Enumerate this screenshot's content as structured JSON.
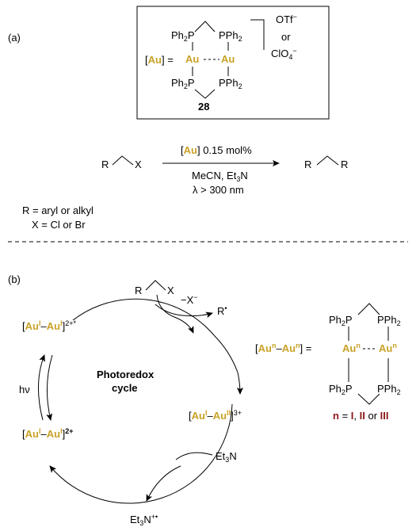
{
  "panel_a": {
    "label": "(a)",
    "complex": {
      "au_symbol": "Au",
      "ligand": "Ph",
      "phosphorus": "P",
      "counter_ion_1": "OTf",
      "counter_ion_or": "or",
      "counter_ion_2": "ClO",
      "compound_number": "28"
    },
    "reaction": {
      "substituent": "R",
      "leaving_group": "X",
      "catalyst_loading": "0.15 mol%",
      "solvent": "MeCN, Et",
      "solvent_sub": "3",
      "solvent_tail": "N",
      "light_condition": "λ > 300 nm",
      "r_definition": "R = aryl or alkyl",
      "x_definition": "X = Cl or Br"
    }
  },
  "panel_b": {
    "label": "(b)",
    "cycle_title_line1": "Photoredox",
    "cycle_title_line2": "cycle",
    "hv": "hν",
    "halide_loss": "−X",
    "radical_product": "R",
    "amine": "Et",
    "amine_tail": "N",
    "amine_radical_cation": "Et",
    "oxidation_I": "I",
    "oxidation_II": "II",
    "charge_excited": "2+*",
    "charge_ground": "2+",
    "charge_oxidized": "3+",
    "generic_n": "n",
    "n_definition_prefix": "n",
    "n_definition_mid": " = ",
    "n_value_1": "I",
    "n_sep_1": ", ",
    "n_value_2": "II",
    "n_sep_2": " or ",
    "n_value_3": "III"
  },
  "colors": {
    "gold": "#c9a227",
    "dark_red": "#8b1a1a",
    "line": "#000000"
  }
}
